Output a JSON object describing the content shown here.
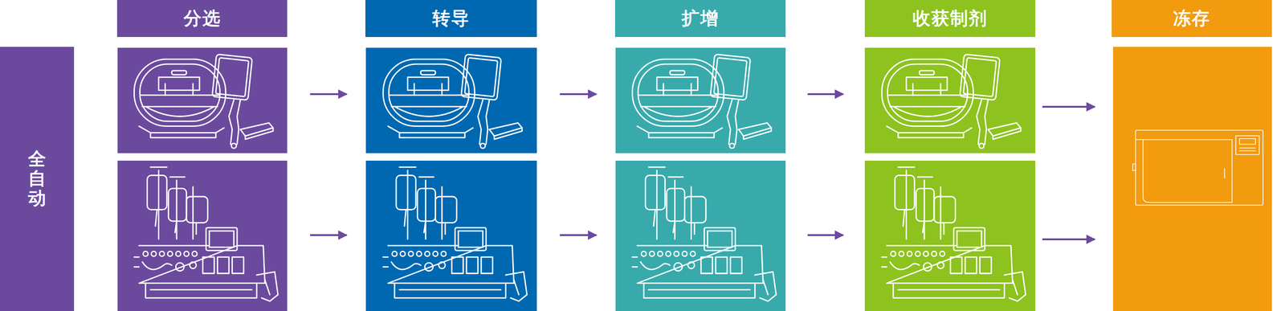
{
  "diagram": {
    "nodes": [
      {
        "text": [
          "分选"
        ]
      },
      {
        "text": [
          "转导"
        ]
      },
      {
        "text": [
          "扩增"
        ]
      },
      {
        "text": [
          "收获制剂"
        ]
      },
      {
        "text": [
          "冻存"
        ]
      },
      {
        "text": [
          "全自动"
        ]
      }
    ]
  }
}
